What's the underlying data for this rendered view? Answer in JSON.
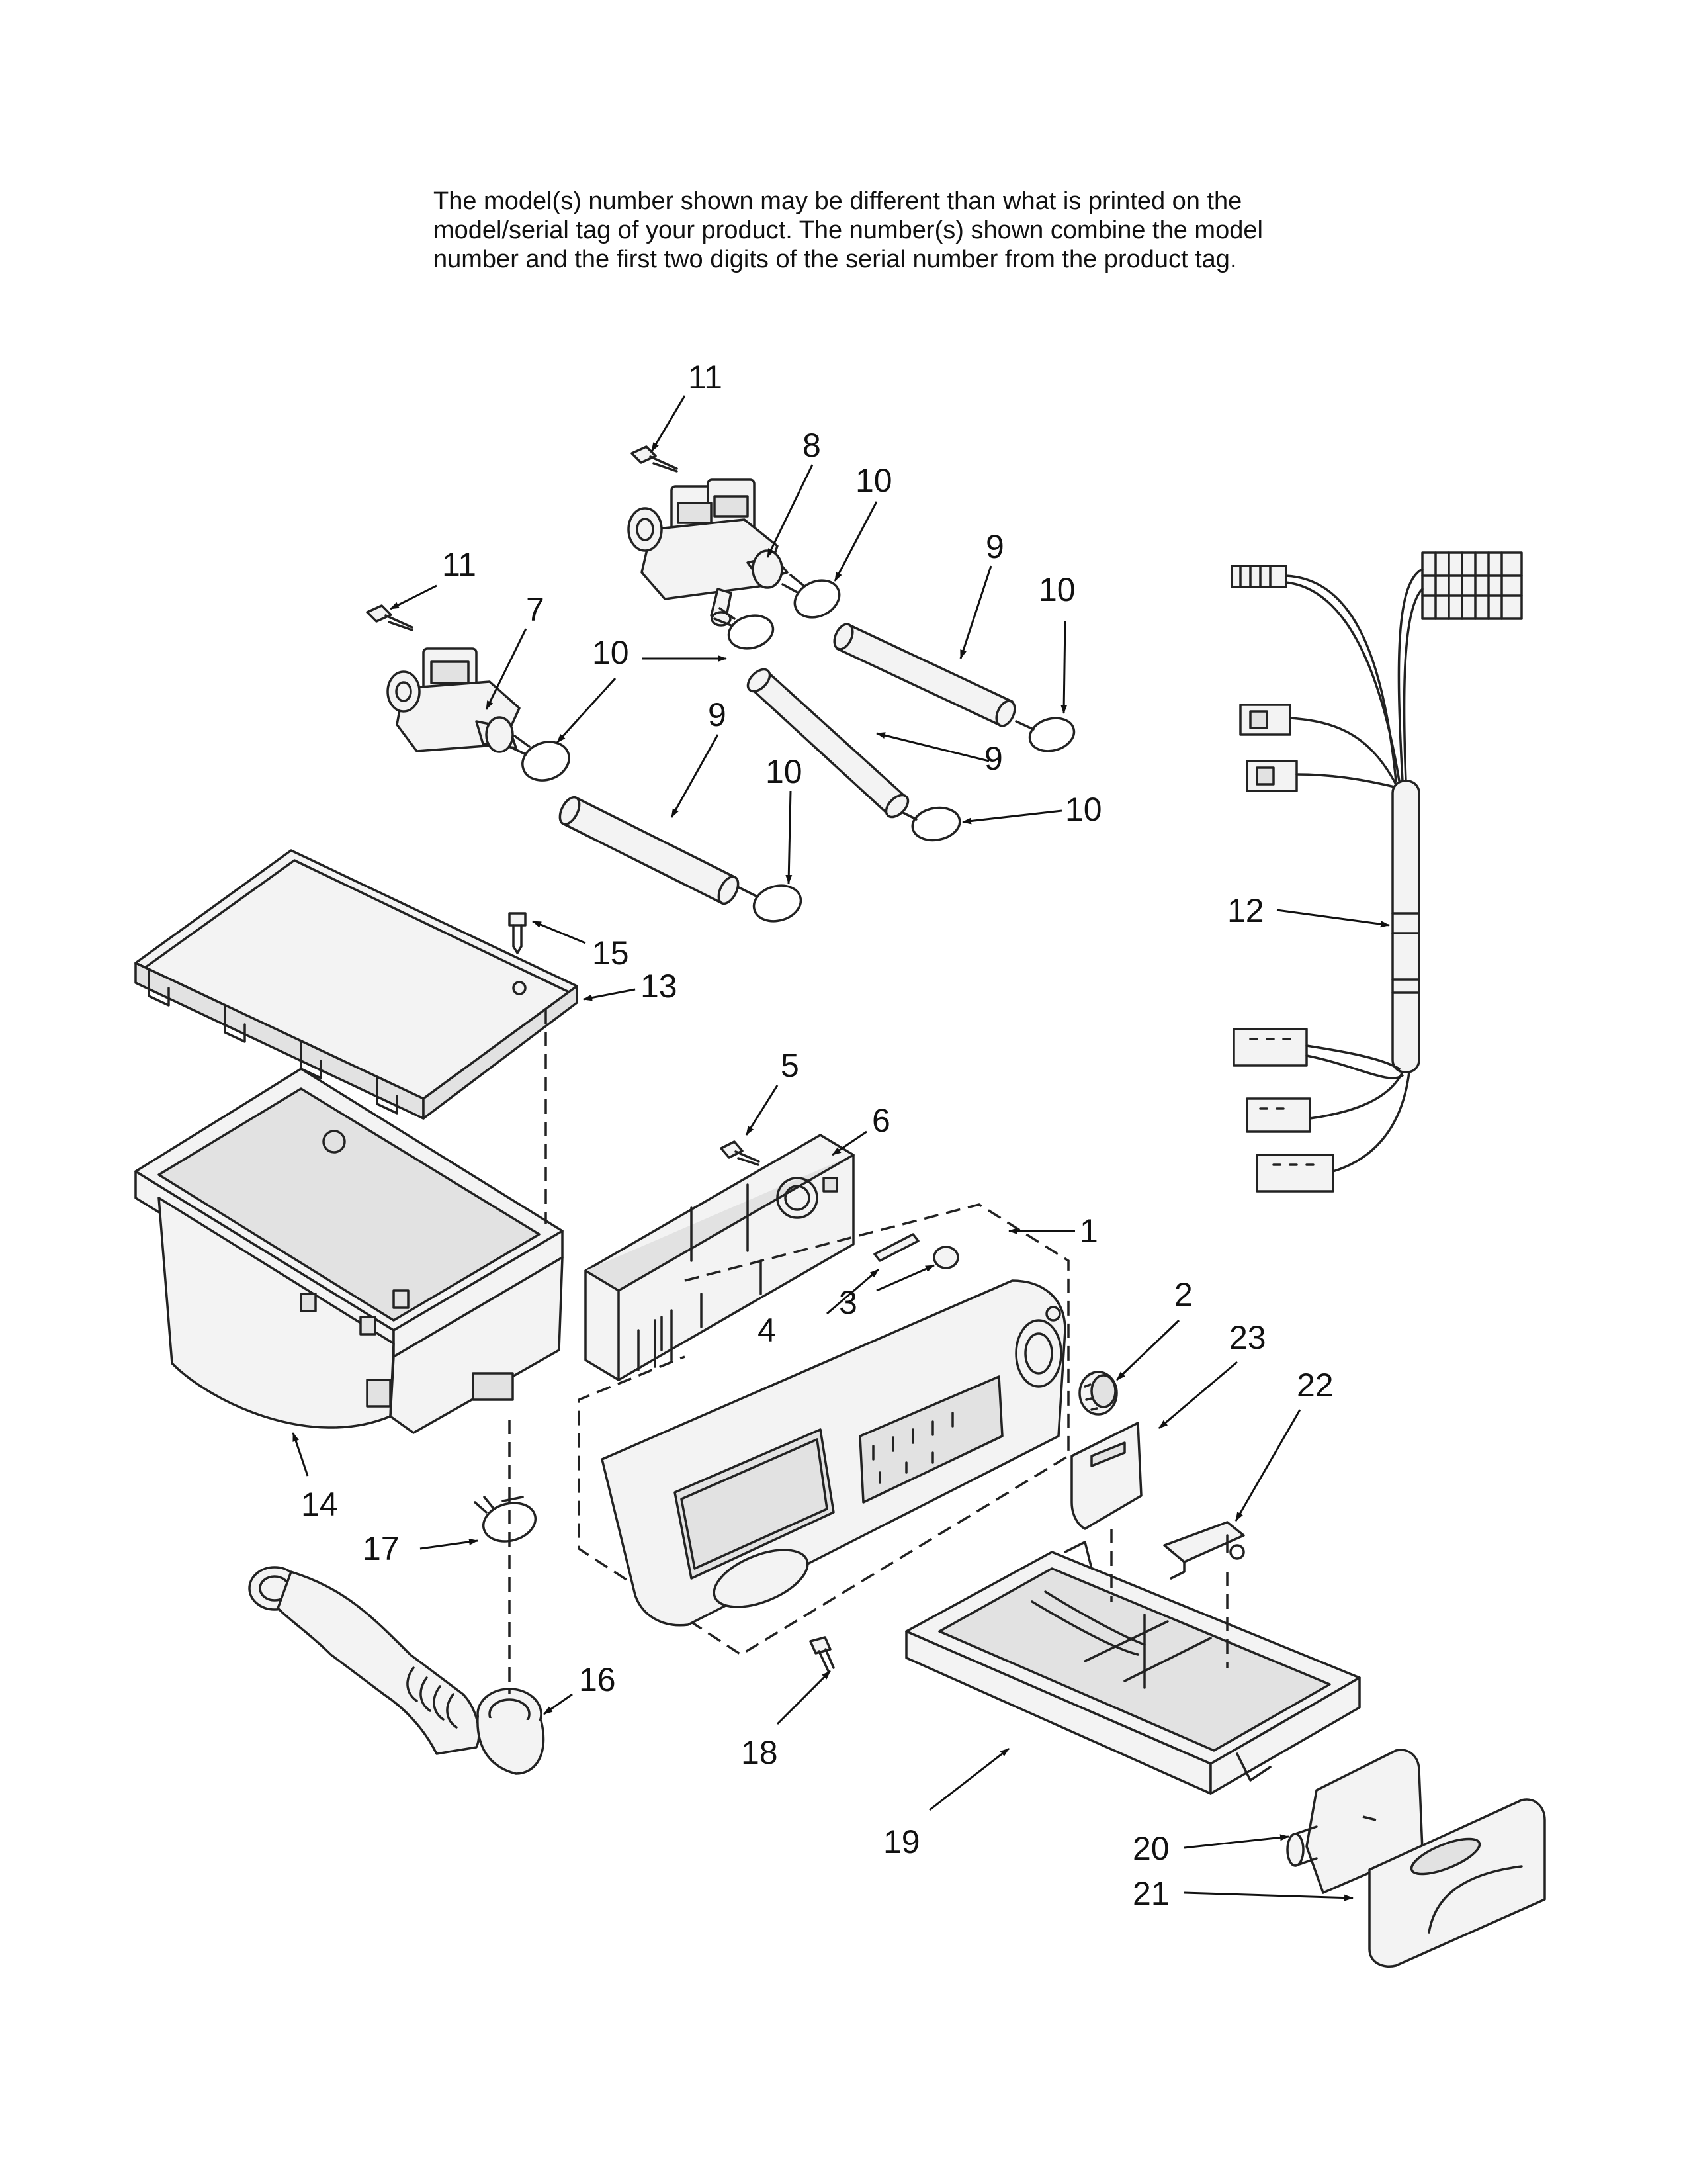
{
  "notice": {
    "lines": [
      "The model(s) number shown may be different than what is printed on the",
      "model/serial tag of your product. The number(s) shown combine the model",
      "number and the first two digits of the serial number from the product tag."
    ]
  },
  "callouts": {
    "c1": "1",
    "c2": "2",
    "c3": "3",
    "c4": "4",
    "c5": "5",
    "c6": "6",
    "c7": "7",
    "c8": "8",
    "c9": "9",
    "c10": "10",
    "c11": "11",
    "c12": "12",
    "c13": "13",
    "c14": "14",
    "c15": "15",
    "c16": "16",
    "c17": "17",
    "c18": "18",
    "c19": "19",
    "c20": "20",
    "c21": "21",
    "c22": "22",
    "c23": "23"
  },
  "colors": {
    "ink": "#111111",
    "paper": "#ffffff"
  }
}
